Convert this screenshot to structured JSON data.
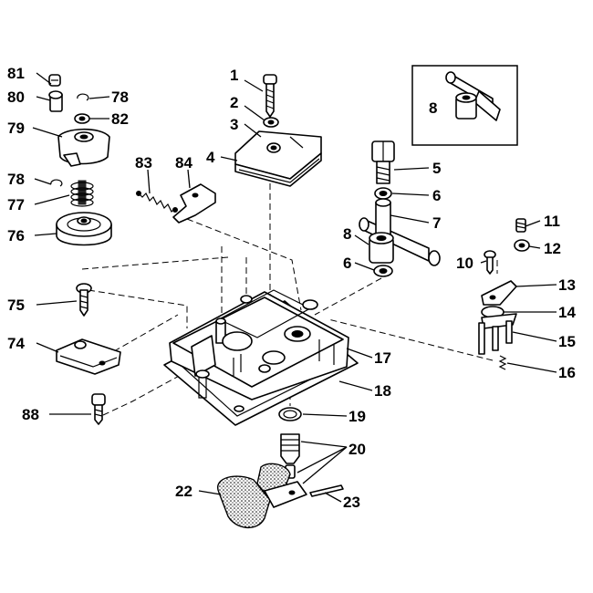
{
  "diagram": {
    "callouts": {
      "c1": "1",
      "c2": "2",
      "c3": "3",
      "c4": "4",
      "c5": "5",
      "c6a": "6",
      "c6b": "6",
      "c7": "7",
      "c8a": "8",
      "c8b": "8",
      "c10": "10",
      "c11": "11",
      "c12": "12",
      "c13": "13",
      "c14": "14",
      "c15": "15",
      "c16": "16",
      "c17": "17",
      "c18": "18",
      "c19": "19",
      "c20": "20",
      "c22": "22",
      "c23": "23",
      "c74": "74",
      "c75": "75",
      "c76": "76",
      "c77": "77",
      "c78a": "78",
      "c78b": "78",
      "c79": "79",
      "c80": "80",
      "c81": "81",
      "c82": "82",
      "c83": "83",
      "c84": "84",
      "c88": "88"
    }
  }
}
